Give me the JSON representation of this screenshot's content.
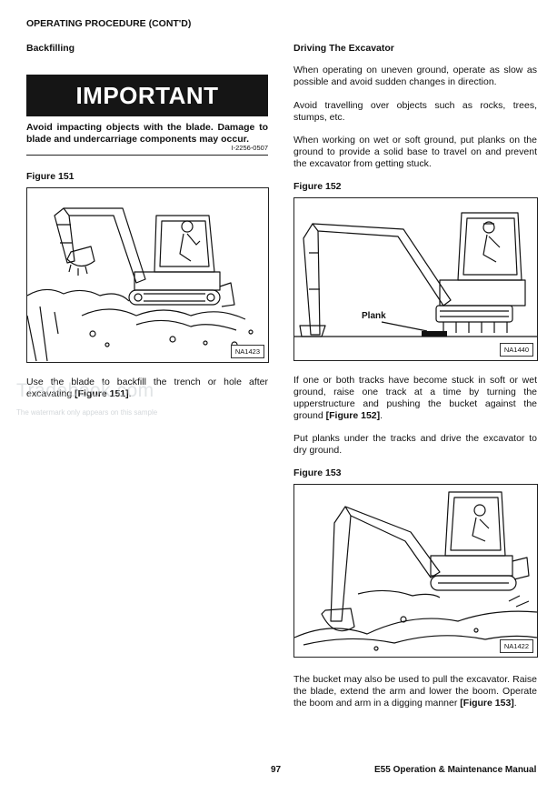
{
  "header": {
    "section_title": "OPERATING PROCEDURE (CONT'D)"
  },
  "left": {
    "heading": "Backfilling",
    "important_label": "IMPORTANT",
    "important_text": "Avoid impacting objects with the blade. Damage to blade and undercarriage components may occur.",
    "important_code": "I-2256-0507",
    "figure_label": "Figure 151",
    "figure_id": "NA1423",
    "para_text": "Use the blade to backfill the trench or hole after excavating ",
    "para_ref": "[Figure 151]",
    "para_end": "."
  },
  "right": {
    "heading": "Driving The Excavator",
    "para1": "When operating on uneven ground, operate as slow as possible and avoid sudden changes in direction.",
    "para2": "Avoid travelling over objects such as rocks, trees, stumps, etc.",
    "para3": "When working on wet or soft ground, put planks on the ground to provide a solid base to travel on and prevent the excavator from getting stuck.",
    "figure152_label": "Figure 152",
    "figure152_callout": "Plank",
    "figure152_id": "NA1440",
    "para4_text": "If one or both tracks have become stuck in soft or wet ground, raise one track at a time by turning the upperstructure and pushing the bucket against the ground ",
    "para4_ref": "[Figure 152]",
    "para4_end": ".",
    "para5": "Put planks under the tracks and drive the excavator to dry ground.",
    "figure153_label": "Figure 153",
    "figure153_id": "NA1422",
    "para6_text": "The bucket may also be used to pull the excavator. Raise the blade, extend the arm and lower the boom. Operate the boom and arm in a digging manner ",
    "para6_ref": "[Figure 153]",
    "para6_end": "."
  },
  "watermark": {
    "site": "Tradebook.com",
    "note": "The watermark only appears on this sample"
  },
  "footer": {
    "page_number": "97",
    "manual_title": "E55 Operation & Maintenance Manual"
  }
}
